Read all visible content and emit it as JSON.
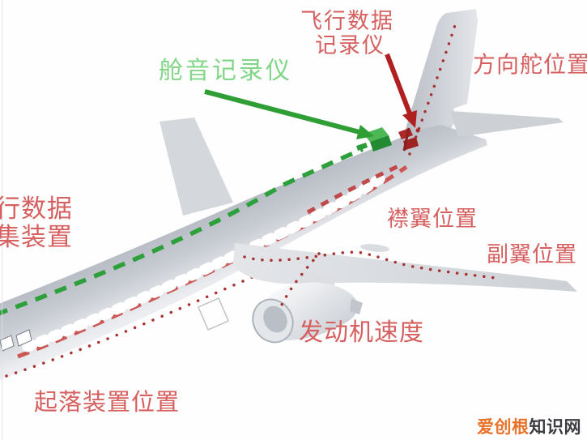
{
  "labels": {
    "flight_data_recorder_line1": "飞行数据",
    "flight_data_recorder_line2": "记录仪",
    "cockpit_voice_recorder": "舱音记录仪",
    "rudder_position": "方向舵位置",
    "data_collection_line1": "行数据",
    "data_collection_line2": "集装置",
    "flap_position": "襟翼位置",
    "aileron_position": "副翼位置",
    "engine_speed": "发动机速度",
    "landing_gear_position": "起落装置位置"
  },
  "watermark": {
    "brand": "爱创根",
    "suffix": "知识网"
  },
  "colors": {
    "label_red": "#d65f5f",
    "label_green": "#82d687",
    "arrow_green": "#2f9e35",
    "arrow_red": "#b02020",
    "route_dotted_red": "#b03232",
    "route_dashed_green": "#2da03c",
    "fuselage_gray": "#b4b8c0",
    "watermark_orange": "#e8732a",
    "watermark_dark": "#3b3b41"
  },
  "icons": {
    "green_arrow": "pointer-to-cockpit-voice-recorder",
    "red_arrow": "pointer-to-flight-data-recorder",
    "green_box": "cockpit-voice-recorder-unit",
    "red_box": "flight-data-recorder-unit"
  }
}
